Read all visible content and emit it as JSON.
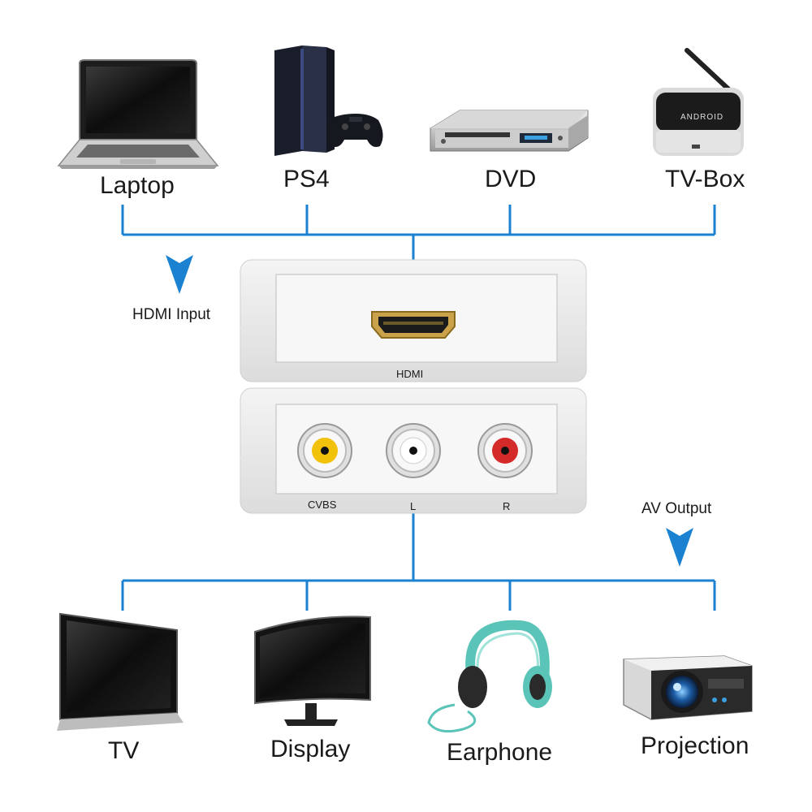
{
  "sources": [
    "Laptop",
    "PS4",
    "DVD",
    "TV-Box"
  ],
  "outputs": [
    "TV",
    "Display",
    "Earphone",
    "Projection"
  ],
  "input_label": "HDMI Input",
  "output_label": "AV Output",
  "ports": {
    "hdmi": "HDMI",
    "cvbs": "CVBS",
    "left": "L",
    "right": "R"
  },
  "tvbox_brand": "ANDROID",
  "colors": {
    "connector_line": "#1a82d0",
    "arrow": "#1a82d0",
    "rca_yellow": "#f2c20a",
    "rca_white": "#ffffff",
    "rca_red": "#d42a2a",
    "hdmi_gold": "#c9a24a"
  }
}
